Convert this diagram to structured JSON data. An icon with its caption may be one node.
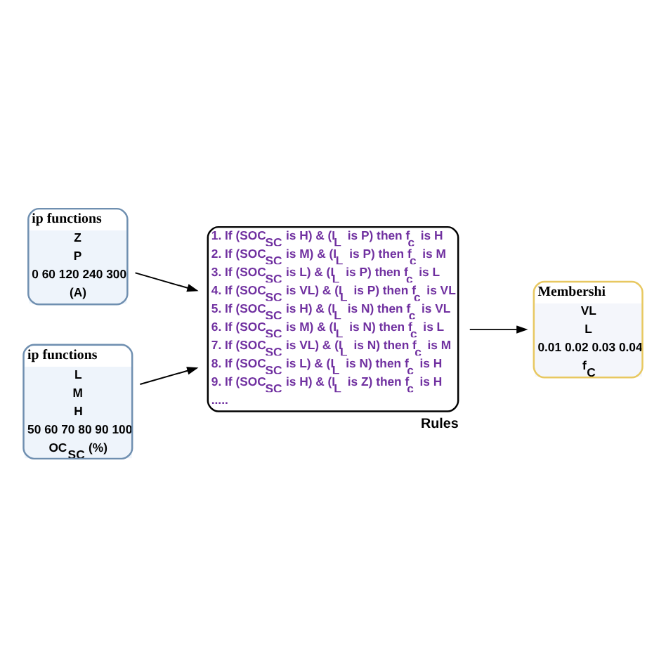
{
  "diagram": {
    "nodes": [
      {
        "text": [
          "ip functions",
          "Z",
          "P",
          "0 60 120 240 300",
          "(A)"
        ]
      },
      {
        "text": [
          "1. If (SOC$_{SC}$ is H) & (I$_{L}$ is P) then f$_{c}$ is H",
          "2. If (SOC$_{SC}$ is M) & (I$_{L}$ is P) then f$_{c}$ is M",
          "3. If (SOC$_{SC}$ is L) & (I$_{L}$ is P) then f$_{c}$ is L",
          "4. If (SOC$_{SC}$ is VL) & (I$_{L}$ is P) then f$_{c}$ is VL",
          "5. If (SOC$_{SC}$ is H) & (I$_{L}$ is N) then f$_{c}$ is VL",
          "6. If (SOC$_{SC}$ is M) & (I$_{L}$ is N) then f$_{c}$ is L",
          "7. If (SOC$_{SC}$ is VL) & (I$_{L}$ is N) then f$_{c}$ is M",
          "8. If (SOC$_{SC}$ is L) & (I$_{L}$ is N) then f$_{c}$ is H",
          "9. If (SOC$_{SC}$ is H) & (I$_{L}$ is Z) then f$_{c}$ is H",
          "....."
        ],
        "beside": [
          "Rules"
        ]
      },
      {
        "text": [
          "ip functions",
          "L",
          "M",
          "H",
          "50 60 70 80 90 100",
          "OC$_{SC}$ (%)"
        ]
      },
      {
        "text": [
          "Membershi",
          "VL",
          "L",
          "0.01 0.02 0.03 0.04",
          "f$_{C}$"
        ]
      }
    ],
    "edges": [
      {
        "from": 0,
        "to": 1,
        "arrow": "to"
      },
      {
        "from": 2,
        "to": 1,
        "arrow": "to"
      },
      {
        "from": 1,
        "to": 3,
        "arrow": "to"
      }
    ]
  }
}
